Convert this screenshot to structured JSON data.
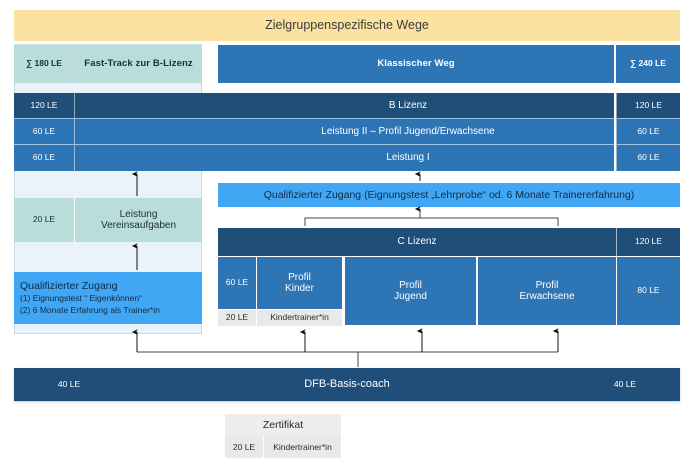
{
  "diagram": {
    "title": "Zielgruppenspezifische Wege",
    "accent_colors": {
      "header_yellow": "#FCE2A1",
      "teal": "#B9DDD8",
      "navy": "#1F4E79",
      "blue": "#2E75B6",
      "light_blue": "#41A7F5",
      "grey": "#E9E9E9"
    }
  },
  "fast_track": {
    "sum_le": "∑ 180 LE",
    "label": "Fast-Track zur B-Lizenz",
    "steps": [
      {
        "le": "120 LE",
        "label": ""
      },
      {
        "le": "60 LE",
        "label": ""
      },
      {
        "le": "60 LE",
        "label": ""
      }
    ],
    "leistung": {
      "le": "20 LE",
      "label_line1": "Leistung",
      "label_line2": "Vereinsaufgaben"
    },
    "qualified_access": {
      "title": "Qualifizierter Zugang",
      "item1": "(1) Eignungstest “ Eigenkönnen“",
      "item2": "(2) 6 Monate Erfahrung als Trainer*in"
    }
  },
  "classic_path": {
    "header": "Klassischer Weg",
    "sum_le": "∑ 240 LE",
    "rows": [
      {
        "label": "B Lizenz",
        "le": "120 LE"
      },
      {
        "label": "Leistung II – Profil Jugend/Erwachsene",
        "le": "60 LE"
      },
      {
        "label": "Leistung I",
        "le": "60 LE"
      }
    ],
    "qualified_access_bar": "Qualifizierter Zugang (Eignungstest „Lehrprobe“ od. 6 Monate Trainererfahrung)",
    "c_lizenz": {
      "title": "C Lizenz",
      "total_le": "120 LE",
      "profile_le": "60 LE",
      "right_le": "80 LE",
      "profiles": [
        {
          "line1": "Profil",
          "line2": "Kinder"
        },
        {
          "line1": "Profil",
          "line2": "Jugend"
        },
        {
          "line1": "Profil",
          "line2": "Erwachsene"
        }
      ],
      "kindertrainer": {
        "le": "20 LE",
        "label": "Kindertrainer*in"
      }
    }
  },
  "basis": {
    "le_left": "40 LE",
    "label": "DFB-Basis-coach",
    "le_right": "40 LE"
  },
  "zertifikat": {
    "header": "Zertifikat",
    "le": "20 LE",
    "label": "Kindertrainer*in"
  }
}
